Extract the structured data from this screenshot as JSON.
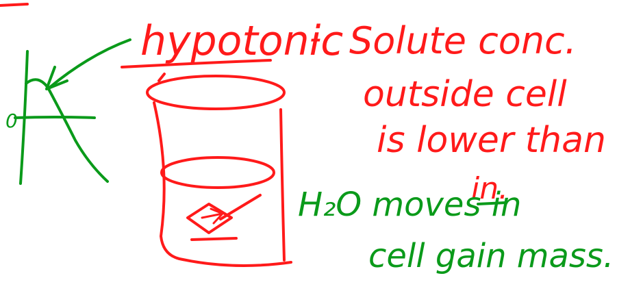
{
  "colors": {
    "red_ink": "#ff1a1a",
    "green_ink": "#0a9a1a"
  },
  "heading": {
    "term": "hypotonic",
    "dash": "-",
    "definition_line1": "Solute conc.",
    "definition_line2": "outside cell",
    "definition_line3": "is lower than",
    "definition_line4": "in."
  },
  "graph": {
    "axis_label_zero": "0"
  },
  "annotation": {
    "line1": "H₂O moves in",
    "line2": "cell gain mass."
  }
}
